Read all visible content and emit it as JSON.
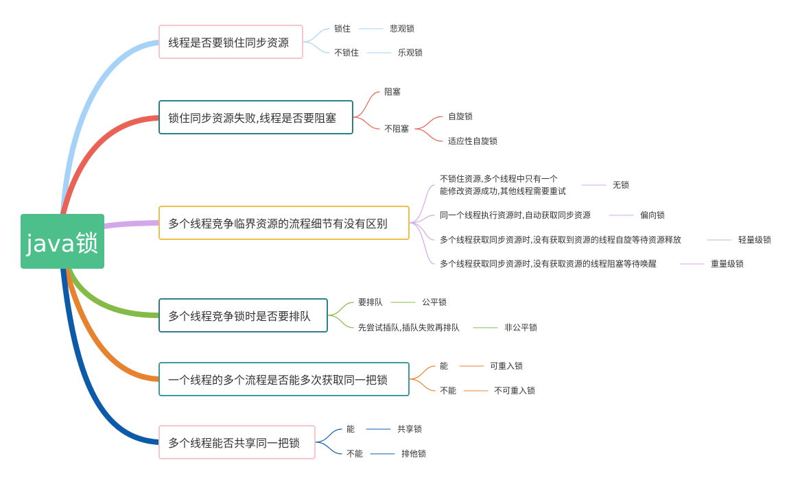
{
  "root": {
    "label": "java锁",
    "color": "#4dbf8a"
  },
  "branches": [
    {
      "topic": "线程是否要锁住同步资源",
      "color": "#a6d2f7",
      "border": "#f4c7cd",
      "items": [
        {
          "label": "锁住",
          "result": "悲观锁"
        },
        {
          "label": "不锁住",
          "result": "乐观锁"
        }
      ]
    },
    {
      "topic": "锁住同步资源失败,线程是否要阻塞",
      "color": "#e86355",
      "border": "#2d7e8b",
      "items": [
        {
          "label": "阻塞"
        },
        {
          "label": "不阻塞",
          "children": [
            "自旋锁",
            "适应性自旋锁"
          ]
        }
      ]
    },
    {
      "topic": "多个线程竞争临界资源的流程细节有没有区别",
      "color": "#d3a8ea",
      "border": "#eec04a",
      "items": [
        {
          "label": "不锁住资源,多个线程中只有一个",
          "label2": "能修改资源成功,其他线程需要重试",
          "result": "无锁"
        },
        {
          "label": "同一个线程执行资源时,自动获取同步资源",
          "result": "偏向锁"
        },
        {
          "label": "多个线程获取同步资源时,没有获取到资源的线程自旋等待资源释放",
          "result": "轻量级锁"
        },
        {
          "label": "多个线程获取同步资源时,没有获取资源的线程阻塞等待唤醒",
          "result": "重量级锁"
        }
      ]
    },
    {
      "topic": "多个线程竞争锁时是否要排队",
      "color": "#84ba48",
      "border": "#2d7e8b",
      "items": [
        {
          "label": "要排队",
          "result": "公平锁"
        },
        {
          "label": "先尝试插队,插队失败再排队",
          "result": "非公平锁"
        }
      ]
    },
    {
      "topic": "一个线程的多个流程是否能多次获取同一把锁",
      "color": "#e7832f",
      "border": "#3e9a9e",
      "items": [
        {
          "label": "能",
          "result": "可重入锁"
        },
        {
          "label": "不能",
          "result": "不可重入锁"
        }
      ]
    },
    {
      "topic": "多个线程能否共享同一把锁",
      "color": "#0d5ba8",
      "border": "#f4c7cd",
      "items": [
        {
          "label": "能",
          "result": "共享锁"
        },
        {
          "label": "不能",
          "result": "排他锁"
        }
      ]
    }
  ]
}
